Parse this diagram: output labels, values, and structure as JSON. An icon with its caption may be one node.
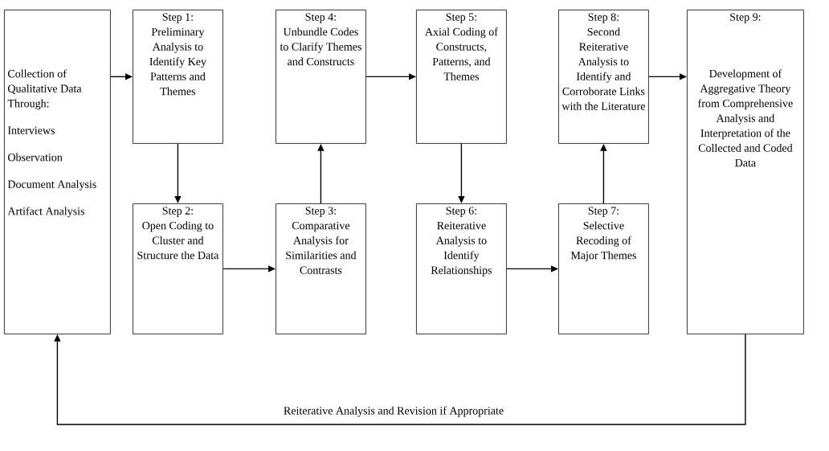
{
  "diagram": {
    "nodes": [
      {
        "text": [
          "Collection of Qualitative Data Through:",
          "Interviews",
          "Observation",
          "Document Analysis",
          "Artifact Analysis"
        ]
      },
      {
        "text": [
          "Step 1:",
          "Preliminary Analysis to Identify Key Patterns and Themes"
        ]
      },
      {
        "text": [
          "Step 2:",
          "Open Coding to Cluster and Structure the Data"
        ]
      },
      {
        "text": [
          "Step 3:",
          "Comparative Analysis for Similarities and Contrasts"
        ]
      },
      {
        "text": [
          "Step 4:",
          "Unbundle Codes to Clarify Themes and Constructs"
        ]
      },
      {
        "text": [
          "Step 5:",
          "Axial Coding of Constructs, Patterns, and Themes"
        ]
      },
      {
        "text": [
          "Step 6:",
          "Reiterative Analysis to Identify Relationships"
        ]
      },
      {
        "text": [
          "Step 7:",
          "Selective Recoding of Major Themes"
        ]
      },
      {
        "text": [
          "Step 8:",
          "Second Reiterative Analysis to Identify and Corroborate Links with the Literature"
        ]
      },
      {
        "text": [
          "Step 9:",
          "Development of Aggregative Theory from Comprehensive Analysis and Interpretation of the Collected and Coded Data"
        ]
      }
    ],
    "edges": [
      {
        "from": 0,
        "to": 1,
        "arrow": "to"
      },
      {
        "from": 1,
        "to": 2,
        "arrow": "to"
      },
      {
        "from": 2,
        "to": 3,
        "arrow": "to"
      },
      {
        "from": 3,
        "to": 4,
        "arrow": "to"
      },
      {
        "from": 4,
        "to": 5,
        "arrow": "to"
      },
      {
        "from": 5,
        "to": 6,
        "arrow": "to"
      },
      {
        "from": 6,
        "to": 7,
        "arrow": "to"
      },
      {
        "from": 7,
        "to": 8,
        "arrow": "to"
      },
      {
        "from": 8,
        "to": 9,
        "arrow": "to"
      },
      {
        "from": 9,
        "to": 0,
        "arrow": "to",
        "label": "Reiterative Analysis and Revision if Appropriate"
      }
    ]
  }
}
